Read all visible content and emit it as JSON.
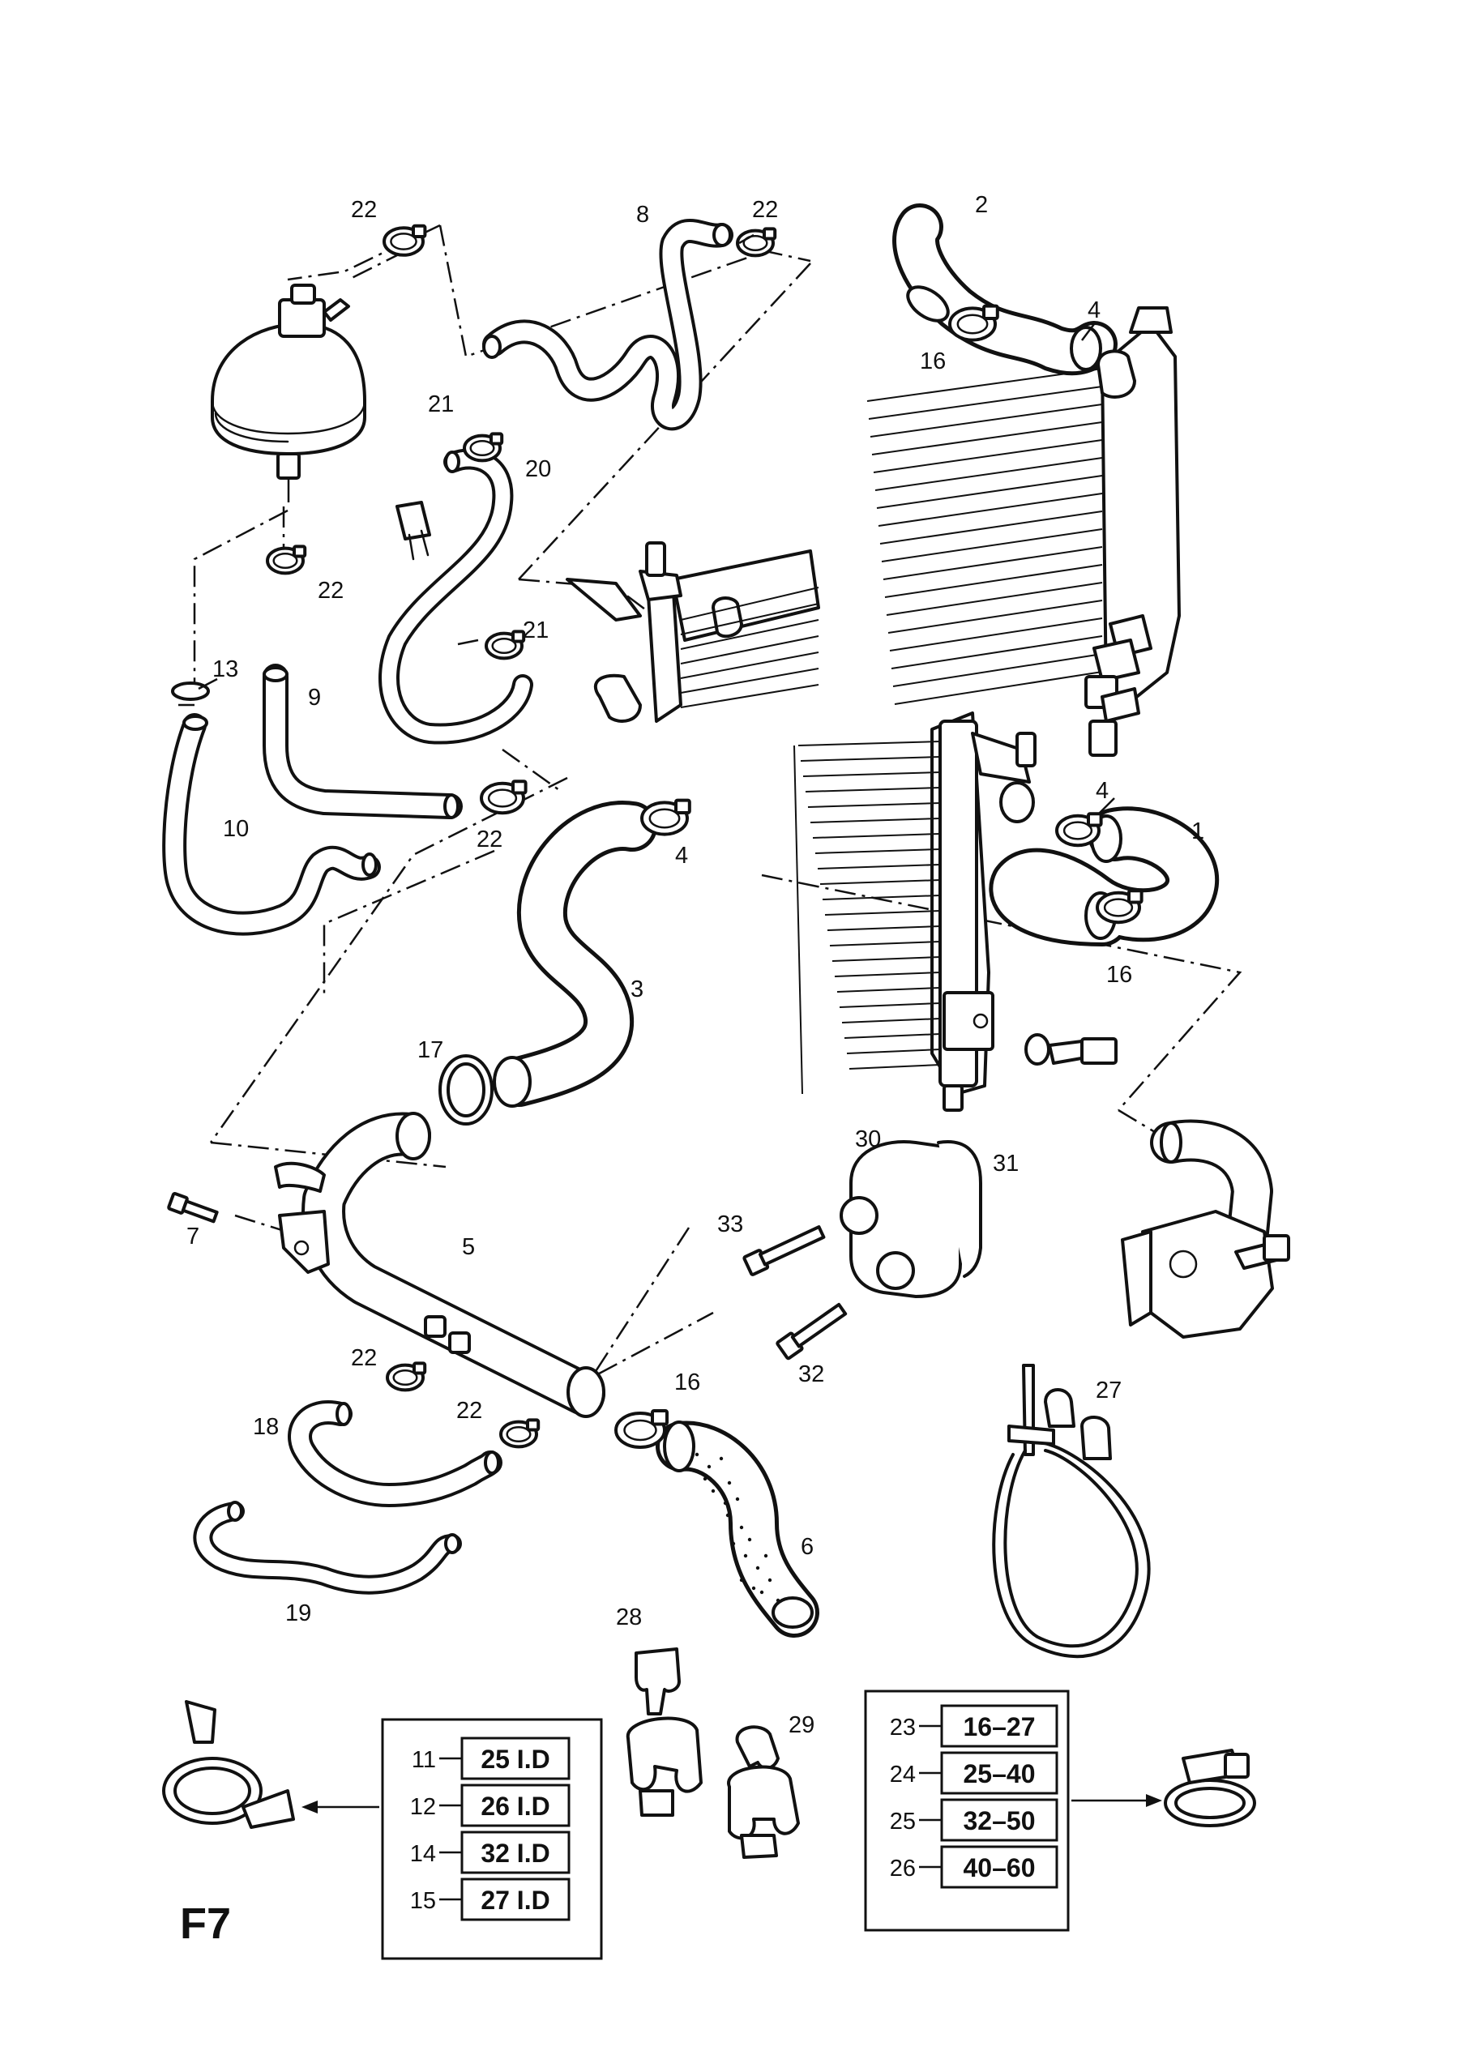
{
  "diagram": {
    "page_code": "F7",
    "callouts": {
      "c1": "1",
      "c2": "2",
      "c3": "3",
      "c4a": "4",
      "c4b": "4",
      "c4c": "4",
      "c5": "5",
      "c6": "6",
      "c7": "7",
      "c8": "8",
      "c9": "9",
      "c10": "10",
      "c13": "13",
      "c16a": "16",
      "c16b": "16",
      "c16c": "16",
      "c17": "17",
      "c18": "18",
      "c19": "19",
      "c20": "20",
      "c21a": "21",
      "c21b": "21",
      "c22a": "22",
      "c22b": "22",
      "c22c": "22",
      "c22d": "22",
      "c22e": "22",
      "c22f": "22",
      "c27": "27",
      "c28": "28",
      "c29": "29",
      "c30": "30",
      "c31": "31",
      "c32": "32",
      "c33": "33"
    },
    "clamp_table_left": [
      {
        "num": "11",
        "value": "25 I.D"
      },
      {
        "num": "12",
        "value": "26 I.D"
      },
      {
        "num": "14",
        "value": "32 I.D"
      },
      {
        "num": "15",
        "value": "27 I.D"
      }
    ],
    "clamp_table_right": [
      {
        "num": "23",
        "value": "16–27"
      },
      {
        "num": "24",
        "value": "25–40"
      },
      {
        "num": "25",
        "value": "32–50"
      },
      {
        "num": "26",
        "value": "40–60"
      }
    ]
  }
}
